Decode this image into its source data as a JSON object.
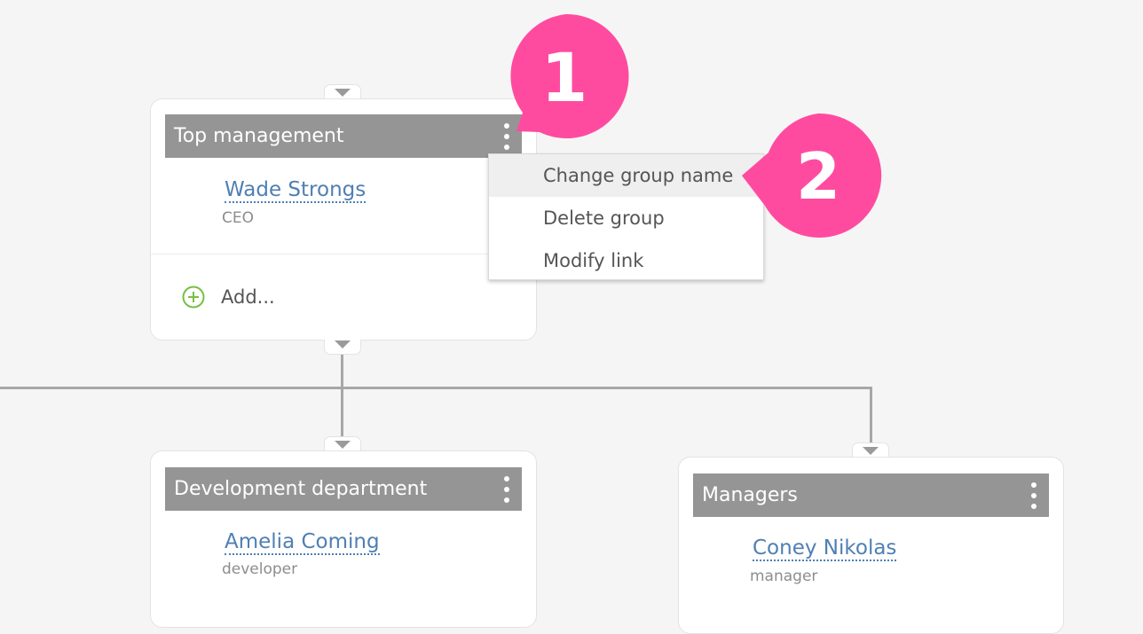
{
  "colors": {
    "header_bg": "#959595",
    "link": "#4f7fb3",
    "callout": "#ff4b9f",
    "add_icon": "#76c043",
    "connector": "#a7a7a7"
  },
  "groups": [
    {
      "name": "Top management",
      "members": [
        {
          "name": "Wade Strongs",
          "role": "CEO"
        }
      ],
      "add_label": "Add..."
    },
    {
      "name": "Development department",
      "members": [
        {
          "name": "Amelia Coming",
          "role": "developer"
        }
      ]
    },
    {
      "name": "Managers",
      "members": [
        {
          "name": "Coney Nikolas",
          "role": "manager"
        }
      ]
    }
  ],
  "context_menu": {
    "items": [
      {
        "label": "Change group name",
        "highlighted": true
      },
      {
        "label": "Delete group",
        "highlighted": false
      },
      {
        "label": "Modify link",
        "highlighted": false
      }
    ]
  },
  "callouts": [
    {
      "number": "1",
      "icon": "speech-bubble-icon"
    },
    {
      "number": "2",
      "icon": "speech-bubble-icon"
    }
  ],
  "icons": {
    "group_menu": "vertical-dots-icon",
    "add": "plus-circle-icon",
    "connector_arrow": "triangle-down-icon"
  }
}
